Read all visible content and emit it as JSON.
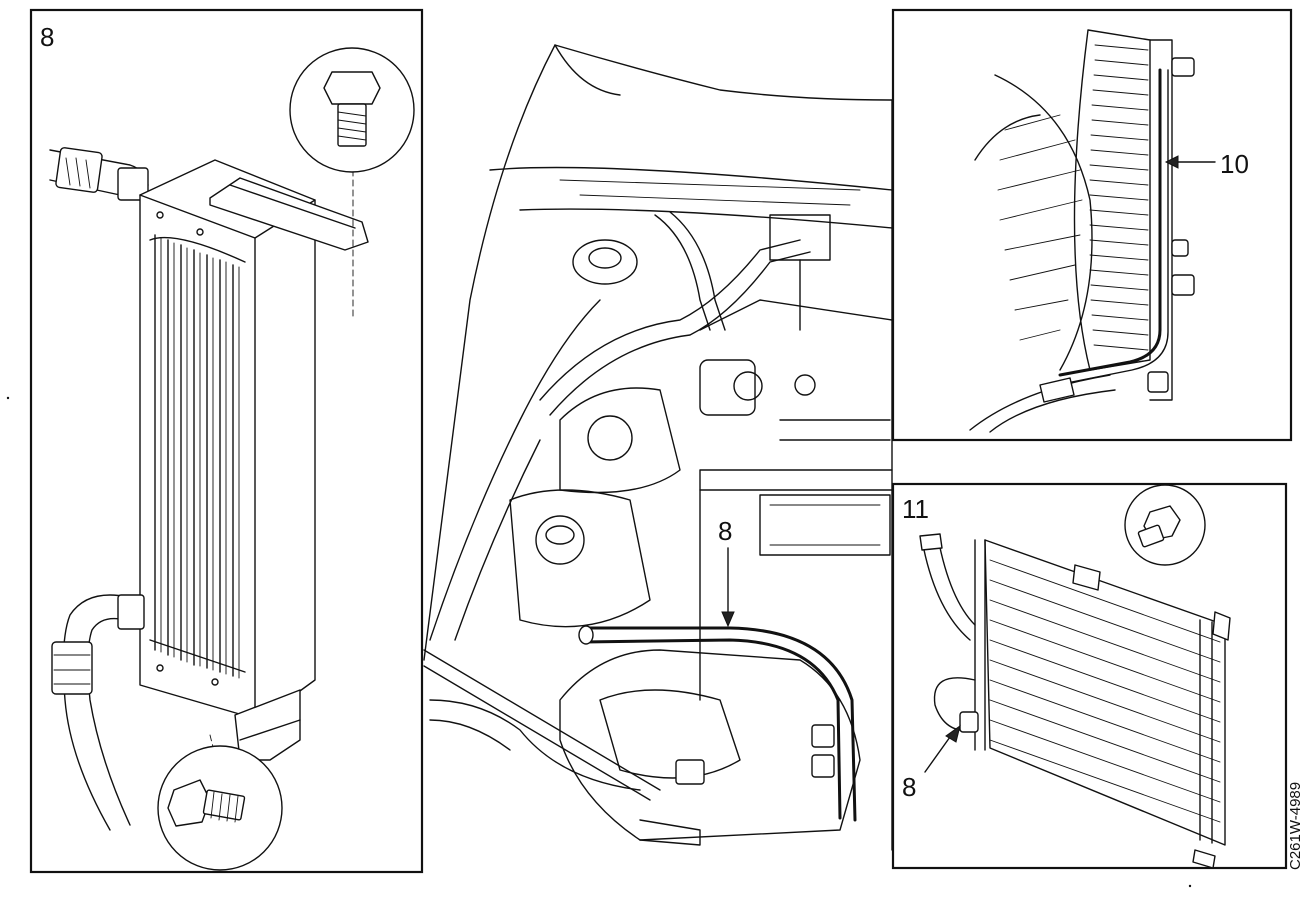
{
  "labels": {
    "left_panel": "8",
    "engine_pointer": "8",
    "radiator_pipe": "10",
    "lower_right_panel": "11",
    "lower_right_pointer": "8",
    "doc_code": "C261W-4989"
  }
}
